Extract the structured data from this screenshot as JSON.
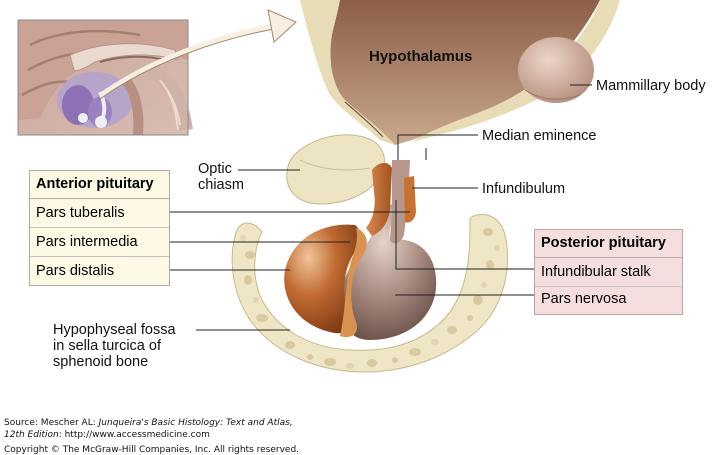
{
  "title": "Hypothalamus",
  "anterior_box": {
    "header": "Anterior pituitary",
    "items": [
      "Pars tuberalis",
      "Pars intermedia",
      "Pars distalis"
    ]
  },
  "posterior_box": {
    "header": "Posterior pituitary",
    "items": [
      "Infundibular stalk",
      "Pars nervosa"
    ]
  },
  "labels": {
    "mammillary_body": "Mammillary body",
    "median_eminence": "Median eminence",
    "optic_line1": "Optic",
    "optic_line2": "chiasm",
    "infundibulum": "Infundibulum",
    "fossa_line1": "Hypophyseal fossa",
    "fossa_line2": "in sella turcica of",
    "fossa_line3": "sphenoid bone"
  },
  "source": {
    "prefix": "Source: Mescher AL: ",
    "book": "Junqueira's Basic Histology: Text and Atlas,",
    "edition": "12th Edition",
    "url_text": ": http://www.accessmedicine.com",
    "copyright": "Copyright © The McGraw-Hill Companies, Inc. All rights reserved."
  },
  "colors": {
    "anterior_orange": "#b5622c",
    "posterior_brown": "#9a7f74",
    "hypothalamus_brown": "#a87e66",
    "bone_cream": "#efe6c6",
    "anterior_box_fill": "#fdf9e4",
    "posterior_box_fill": "#f5dede"
  }
}
